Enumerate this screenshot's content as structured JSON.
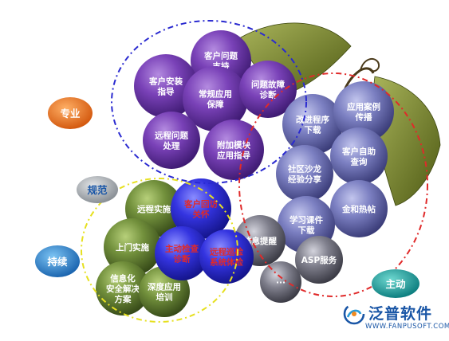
{
  "tags": [
    {
      "id": "zhuanye",
      "text": "专业"
    },
    {
      "id": "guifan",
      "text": "规范"
    },
    {
      "id": "chixu",
      "text": "持续"
    },
    {
      "id": "zhudong",
      "text": "主动"
    }
  ],
  "balls": [
    {
      "id": "kehu-wenti-zhichi",
      "text": "客户问题\n支持"
    },
    {
      "id": "kehu-anzhuang",
      "text": "客户安装\n指导"
    },
    {
      "id": "changgui-yingyong",
      "text": "常规应用\n保障"
    },
    {
      "id": "wenti-guzhang",
      "text": "问题故障\n诊断"
    },
    {
      "id": "yuancheng-wenti",
      "text": "远程问题\n处理"
    },
    {
      "id": "fujia-mokuai",
      "text": "附加模块\n应用指导"
    },
    {
      "id": "gaijin-chengxu",
      "text": "改进程序\n下载"
    },
    {
      "id": "yingyong-anli",
      "text": "应用案例\n传播"
    },
    {
      "id": "kehu-zizhu",
      "text": "客户自助\n查询"
    },
    {
      "id": "shequ-shalong",
      "text": "社区沙龙\n经验分享"
    },
    {
      "id": "jinhe-retie",
      "text": "金和热帖"
    },
    {
      "id": "xuexi-kejian",
      "text": "学习课件\n下载"
    },
    {
      "id": "xiaoxi-tixing",
      "text": "信息提醒"
    },
    {
      "id": "asp-fuwu",
      "text": "ASP服务"
    },
    {
      "id": "dots",
      "text": "···"
    },
    {
      "id": "yuancheng-shishi",
      "text": "远程实施"
    },
    {
      "id": "shangmen-shishi",
      "text": "上门实施"
    },
    {
      "id": "xinxihua-anquan",
      "text": "信息化\n安全解决\n方案"
    },
    {
      "id": "shendu-yingyong",
      "text": "深度应用\n培训"
    },
    {
      "id": "kehu-huifang",
      "text": "客户回访\n关怀"
    },
    {
      "id": "zhuodong-jiancha",
      "text": "主动检查\n诊断"
    },
    {
      "id": "yuancheng-xunjian",
      "text": "远程巡检\n系统体检"
    }
  ],
  "brand": {
    "name": "泛普软件",
    "url": "WWW.FANPUSOFT.COM"
  },
  "colors": {
    "purple": "#6a35a8",
    "lavender": "#6c6eb0",
    "grey": "#6a6a78",
    "green": "#6e8a3a",
    "blue": "#2a2ad8",
    "tag_orange": "#e8772a",
    "tag_grey": "#9aa0a6",
    "tag_blue": "#2a7fc4",
    "tag_teal": "#1a9a9a",
    "leaf": "#6b7a2a",
    "brand": "#1a56a6"
  }
}
